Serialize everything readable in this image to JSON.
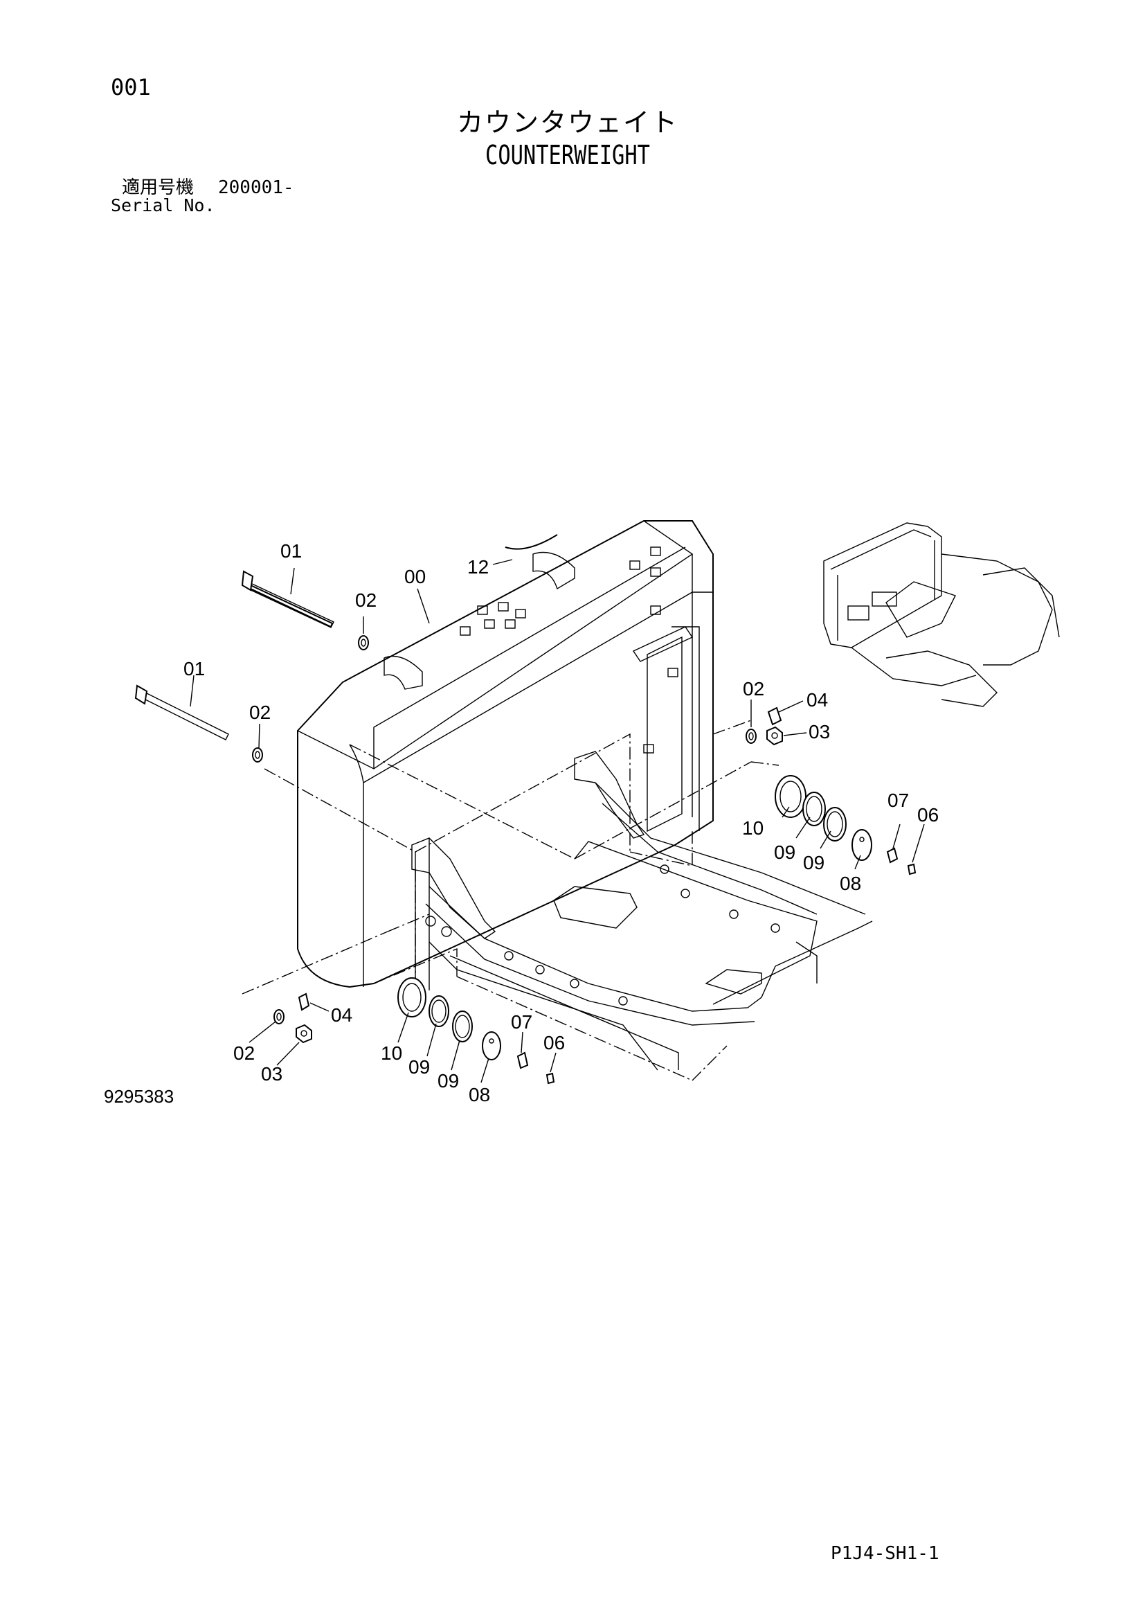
{
  "header": {
    "page_number": "001",
    "title_ja": "カウンタウェイト",
    "title_en": "COUNTERWEIGHT",
    "serial_label_ja": "適用号機",
    "serial_value": "200001-",
    "serial_label_en": "Serial No."
  },
  "diagram": {
    "callouts": [
      "00",
      "01",
      "01",
      "02",
      "02",
      "02",
      "02",
      "03",
      "03",
      "04",
      "04",
      "06",
      "06",
      "07",
      "07",
      "08",
      "08",
      "09",
      "09",
      "09",
      "09",
      "10",
      "10",
      "12"
    ]
  },
  "footer": {
    "drawing_number": "9295383",
    "page_code": "P1J4-SH1-1"
  }
}
